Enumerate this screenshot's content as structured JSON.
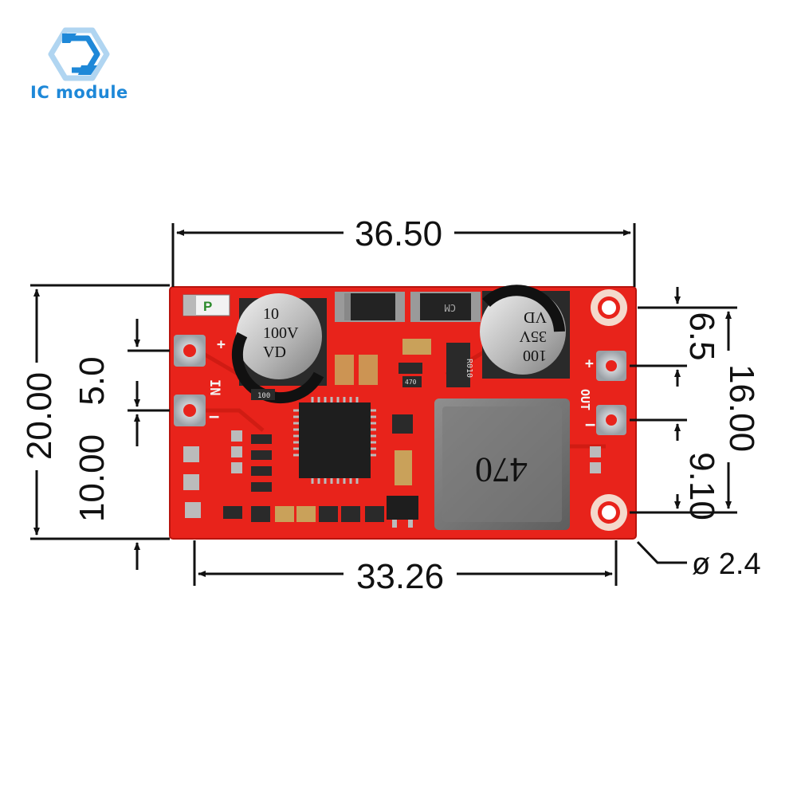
{
  "brand": {
    "name": "IC module",
    "color": "#1e88d8"
  },
  "dimensions": {
    "top_width": "36.50",
    "bottom_width": "33.26",
    "left_height": "20.00",
    "left_inner_height": "10.00",
    "left_pin_pitch": "5.0",
    "right_top": "6.5",
    "right_height": "16.00",
    "right_lower": "9.10",
    "hole_diameter": "ø 2.4"
  },
  "board": {
    "pcb_color": "#e8231b",
    "labels": {
      "in_label": "IN",
      "out_label": "OUT",
      "plus": "+",
      "minus": "−",
      "p_mark": "P"
    },
    "cap_left": [
      "10",
      "100V",
      "VD"
    ],
    "cap_right": [
      "100",
      "35V",
      "VD"
    ],
    "inductor": "470",
    "diode_right": "CM",
    "resistor_r010": "R010",
    "resistor_470": "470",
    "resistor_100": "100"
  }
}
